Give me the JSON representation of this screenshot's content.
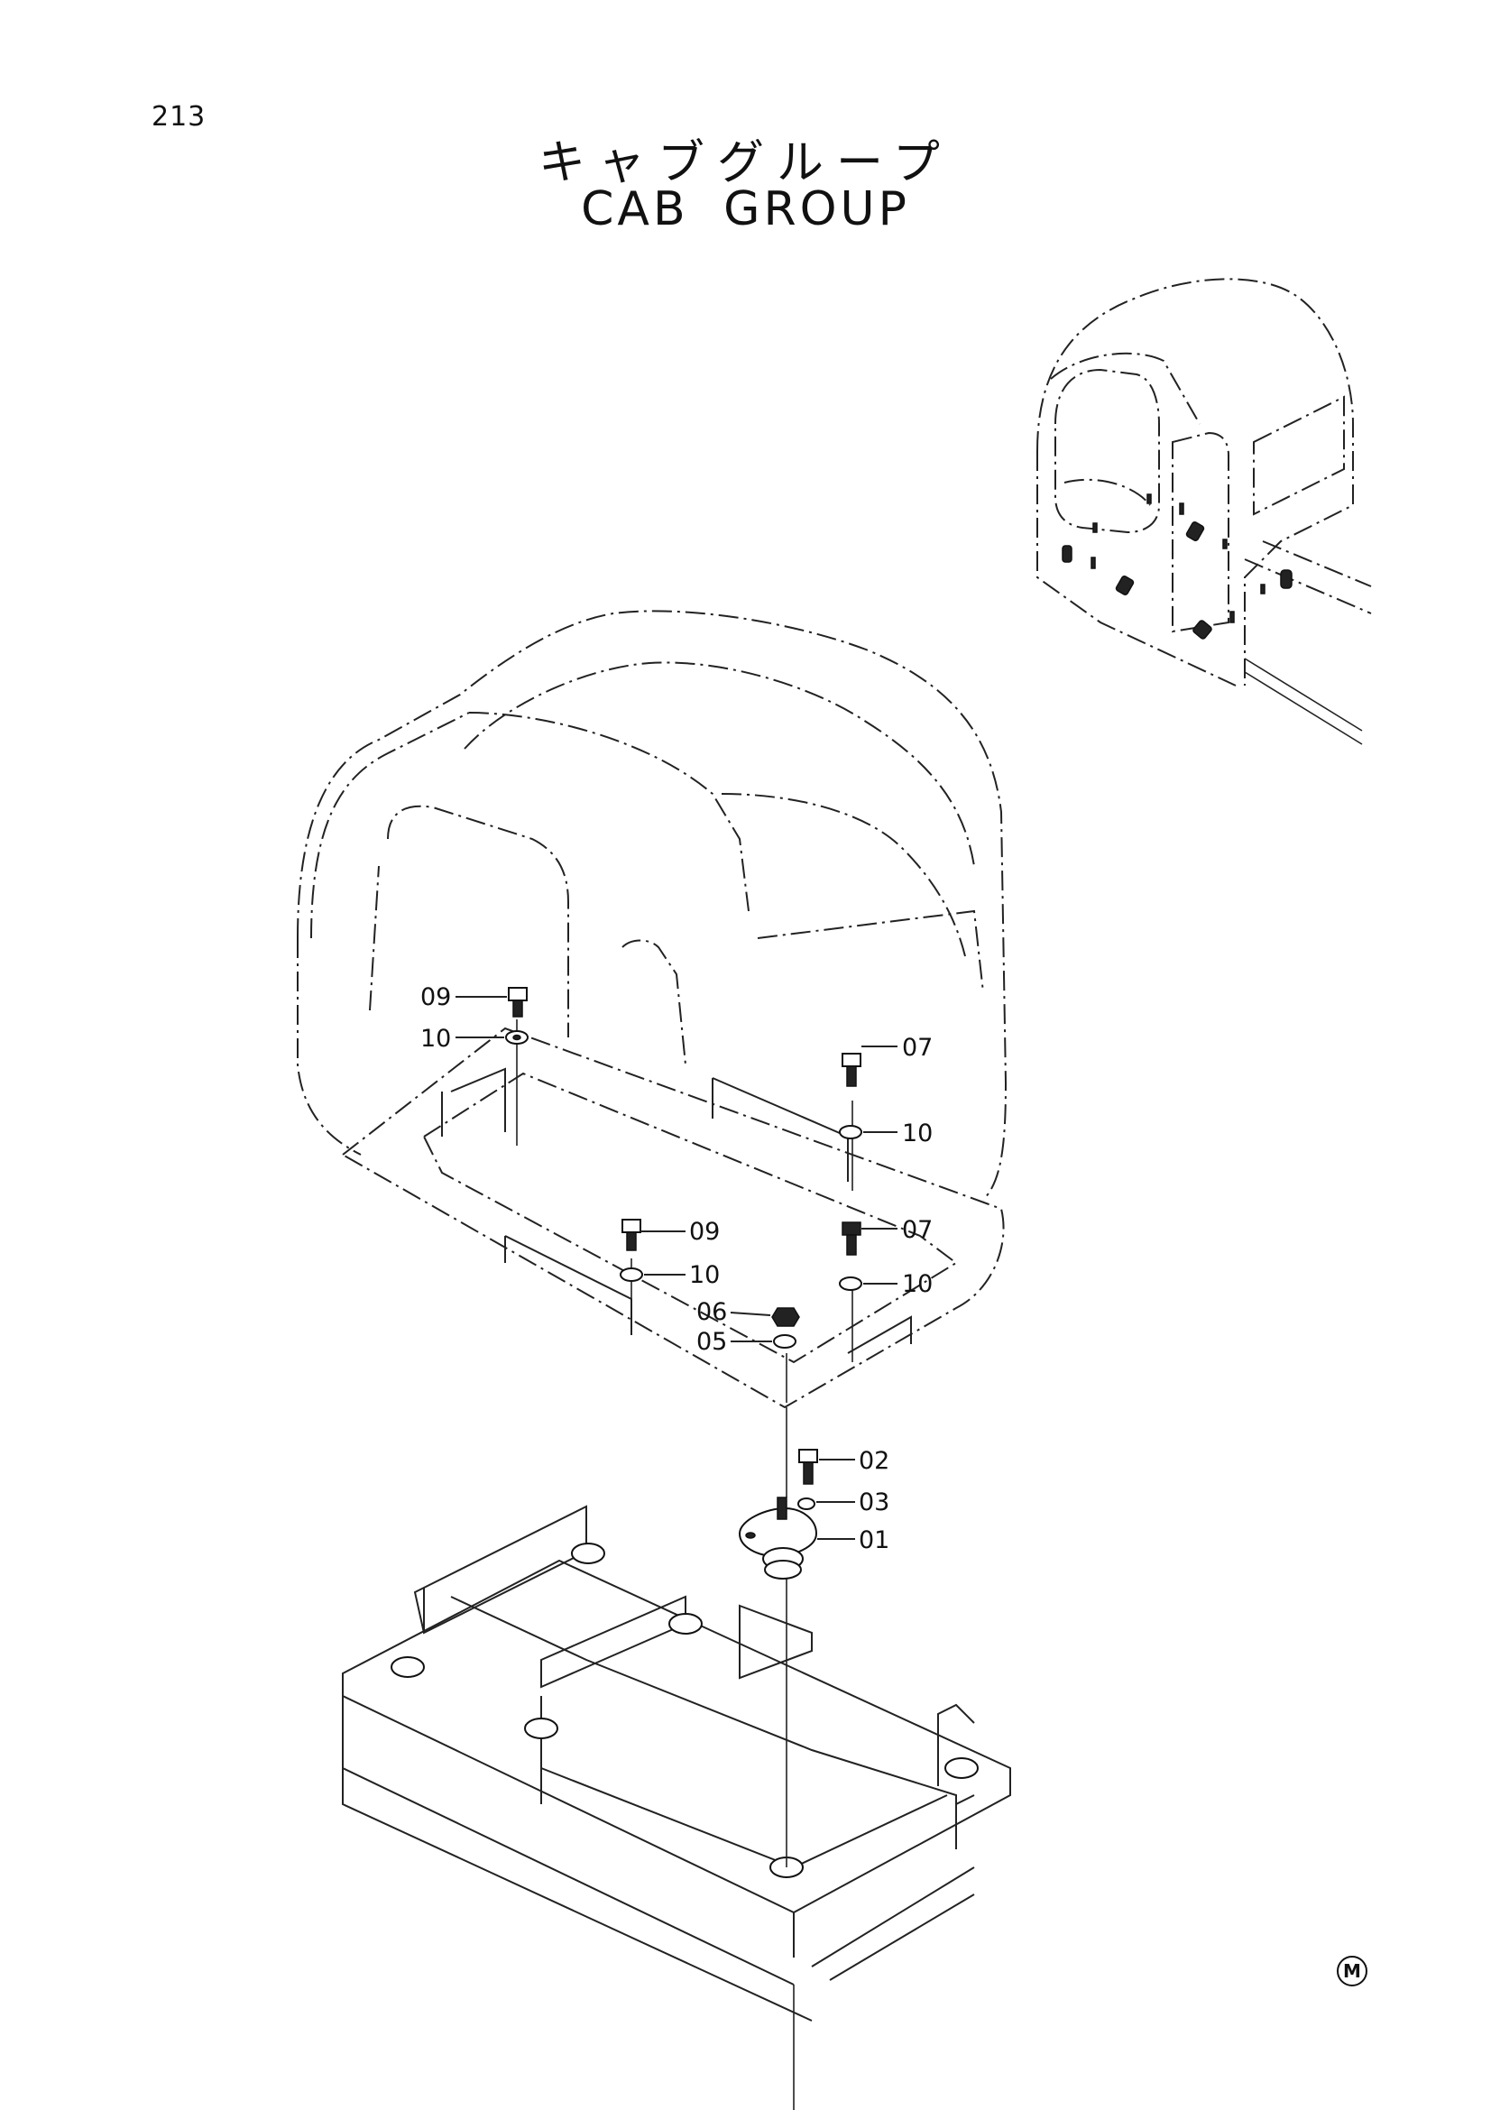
{
  "page_number": "213",
  "title_jp": "キャブグループ",
  "title_en": "CAB GROUP",
  "corner_mark": "M",
  "callouts": [
    {
      "id": "c1",
      "label": "09"
    },
    {
      "id": "c2",
      "label": "10"
    },
    {
      "id": "c3",
      "label": "07"
    },
    {
      "id": "c4",
      "label": "10"
    },
    {
      "id": "c5",
      "label": "09"
    },
    {
      "id": "c6",
      "label": "10"
    },
    {
      "id": "c7",
      "label": "07"
    },
    {
      "id": "c8",
      "label": "10"
    },
    {
      "id": "c9",
      "label": "06"
    },
    {
      "id": "c10",
      "label": "05"
    },
    {
      "id": "c11",
      "label": "02"
    },
    {
      "id": "c12",
      "label": "03"
    },
    {
      "id": "c13",
      "label": "01"
    }
  ]
}
